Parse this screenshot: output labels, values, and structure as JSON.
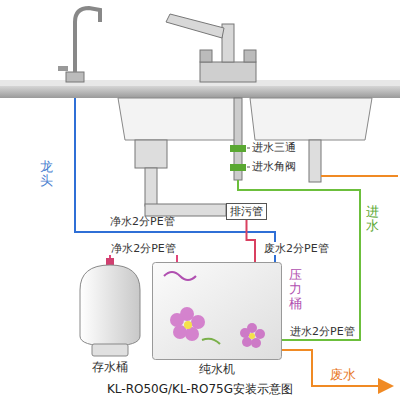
{
  "diagram": {
    "caption": "KL-RO50G/KL-RO75G安装示意图",
    "nodes": [
      {
        "text": [
          "排污管"
        ]
      },
      {
        "text": [
          "存水桶"
        ]
      },
      {
        "text": [
          "纯水机"
        ]
      }
    ],
    "edges": [
      {
        "from": 1,
        "to": 2,
        "label": "净水2分PE管",
        "arrow": "none"
      },
      {
        "from": 2,
        "to": 0,
        "label": "废水2分PE管",
        "arrow": "none"
      }
    ],
    "labels": [
      "龙头",
      "进水三通",
      "进水角阀",
      "净水2分PE管",
      "进水",
      "压力桶",
      "进水2分PE管",
      "废水"
    ]
  }
}
